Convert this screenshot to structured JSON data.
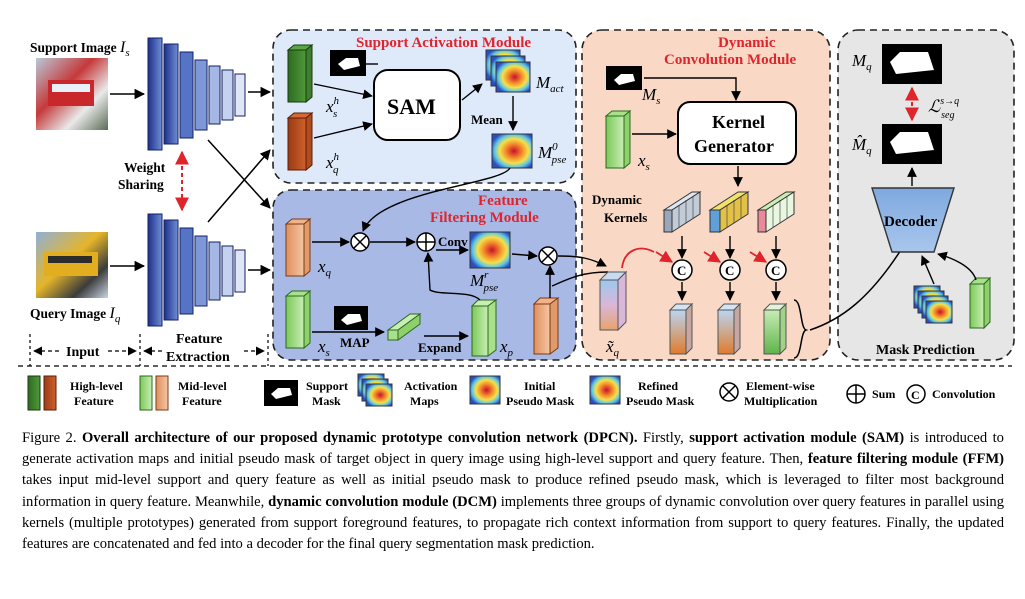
{
  "figure": {
    "support_image_label": "Support Image",
    "support_image_sym": "I",
    "support_image_sub": "s",
    "query_image_label": "Query Image",
    "query_image_sym": "I",
    "query_image_sub": "q",
    "weight_sharing_line1": "Weight",
    "weight_sharing_line2": "Sharing",
    "input_label": "Input",
    "feature_extraction_line1": "Feature",
    "feature_extraction_line2": "Extraction",
    "sam_module_title": "Support Activation Module",
    "sam_box_label": "SAM",
    "mean_label": "Mean",
    "ffm_title_line1": "Feature",
    "ffm_title_line2": "Filtering Module",
    "conv_label": "Conv",
    "map_label": "MAP",
    "expand_label": "Expand",
    "dcm_title_line1": "Dynamic",
    "dcm_title_line2": "Convolution Module",
    "kernel_gen_line1": "Kernel",
    "kernel_gen_line2": "Generator",
    "dynamic_kernels_line1": "Dynamic",
    "dynamic_kernels_line2": "Kernels",
    "conv_symbol": "C",
    "decoder_label": "Decoder",
    "mask_prediction_label": "Mask Prediction",
    "var_x_s_h": {
      "base": "x",
      "sub": "s",
      "sup": "h"
    },
    "var_x_q_h": {
      "base": "x",
      "sub": "q",
      "sup": "h"
    },
    "var_M_act": {
      "base": "M",
      "sub": "act"
    },
    "var_M_pse0": {
      "base": "M",
      "sub": "pse",
      "sup": "0"
    },
    "var_x_q": {
      "base": "x",
      "sub": "q"
    },
    "var_x_s": {
      "base": "x",
      "sub": "s"
    },
    "var_x_p": {
      "base": "x",
      "sub": "p"
    },
    "var_M_pse_r": {
      "base": "M",
      "sub": "pse",
      "sup": "r"
    },
    "var_M_s": {
      "base": "M",
      "sub": "s"
    },
    "var_x_s_dcm": {
      "base": "x",
      "sub": "s"
    },
    "var_x_q_tilde": {
      "base": "x̃",
      "sub": "q"
    },
    "var_M_q": {
      "base": "M",
      "sub": "q"
    },
    "var_M_q_hat": {
      "base": "M̂",
      "sub": "q"
    },
    "var_loss": {
      "base": "ℒ",
      "sub": "seg",
      "sup": "s→q"
    }
  },
  "legend": {
    "high_level_line1": "High-level",
    "high_level_line2": "Feature",
    "mid_level_line1": "Mid-level",
    "mid_level_line2": "Feature",
    "support_mask_line1": "Support",
    "support_mask_line2": "Mask",
    "activation_maps_line1": "Activation",
    "activation_maps_line2": "Maps",
    "initial_pseudo_line1": "Initial",
    "initial_pseudo_line2": "Pseudo Mask",
    "refined_pseudo_line1": "Refined",
    "refined_pseudo_line2": "Pseudo Mask",
    "elementwise_line1": "Element-wise",
    "elementwise_line2": "Multiplication",
    "sum_label": "Sum",
    "convolution_label": "Convolution",
    "conv_symbol": "C"
  },
  "caption": {
    "p1": "Figure 2. ",
    "b1": "Overall architecture of our proposed dynamic prototype convolution network (DPCN).",
    "p2": " Firstly, ",
    "b2": "support activation module (SAM)",
    "p3": " is introduced to generate activation maps and initial pseudo mask of target object in query image using high-level support and query feature. Then, ",
    "b3": "feature filtering module (FFM)",
    "p4": " takes input mid-level support and query feature as well as initial pseudo mask to produce refined pseudo mask, which is leveraged to filter most background information in query feature. Meanwhile, ",
    "b4": "dynamic convolution module (DCM)",
    "p5": " implements three groups of dynamic convolution over query features in parallel using kernels (multiple prototypes) generated from support foreground features, to propagate rich context information from support to query features. Finally, the updated features are concatenated and fed into a decoder for the final query segmentation mask prediction."
  }
}
